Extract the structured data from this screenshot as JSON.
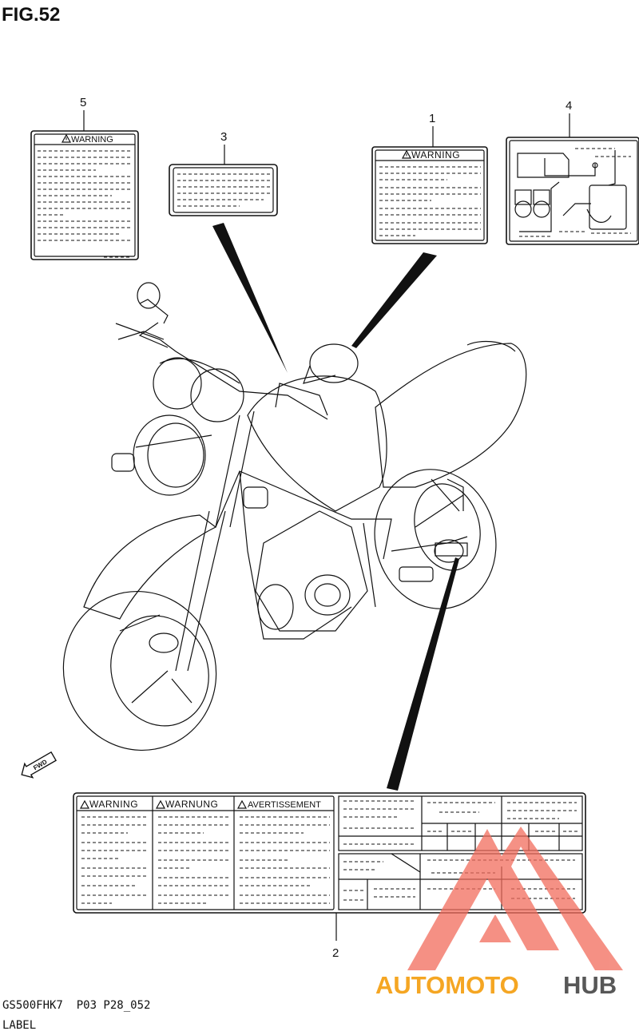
{
  "figure": {
    "title": "FIG.52",
    "model_code": "GS500FHK7  P03 P28_052",
    "section": "LABEL"
  },
  "callouts": [
    "1",
    "2",
    "3",
    "4",
    "5"
  ],
  "labels": {
    "label1_heading": "WARNING",
    "label5_heading": "WARNING",
    "label2_headings": [
      "WARNING",
      "WARNUNG",
      "AVERTISSEMENT"
    ]
  },
  "direction_marker": "FWD",
  "watermark": {
    "text_part1": "AUTOMOTO",
    "text_part2": "HUB",
    "color_primary": "#f26c5c",
    "color_secondary": "#f5a623",
    "color_dark": "#3a3a3a"
  },
  "icons": [
    "warning-triangle-icon",
    "fwd-arrow-icon",
    "watermark-logo-icon"
  ]
}
